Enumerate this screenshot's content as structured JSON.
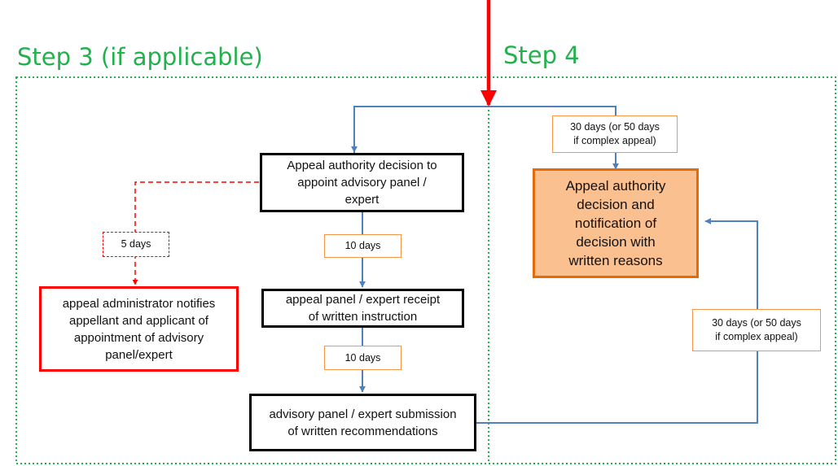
{
  "steps": {
    "step3_title": "Step 3 (if applicable)",
    "step4_title": "Step 4"
  },
  "boxes": {
    "appoint_decision": "Appeal authority decision to\nappoint advisory panel /\nexpert",
    "notify_administrator": "appeal administrator notifies\nappellant and applicant of\nappointment of advisory\npanel/expert",
    "receipt_instruction": "appeal panel / expert receipt\nof written instruction",
    "submission_recommendations": "advisory panel / expert submission\nof written recommendations",
    "final_decision": "Appeal authority\ndecision and\nnotification of\ndecision with\nwritten reasons"
  },
  "labels": {
    "five_days": "5 days",
    "ten_days_first": "10 days",
    "ten_days_second": "10 days",
    "thirty_days_top": "30 days (or 50 days\nif complex appeal)",
    "thirty_days_right": "30 days (or 50 days\nif complex appeal)"
  },
  "colors": {
    "step_title": "#22b14c",
    "dotted_border": "#22b14c",
    "connector": "#4f81bd",
    "incoming_arrow": "#ff0000",
    "label_border": "#f79646",
    "final_fill": "#fac090",
    "final_border": "#e36c09"
  }
}
